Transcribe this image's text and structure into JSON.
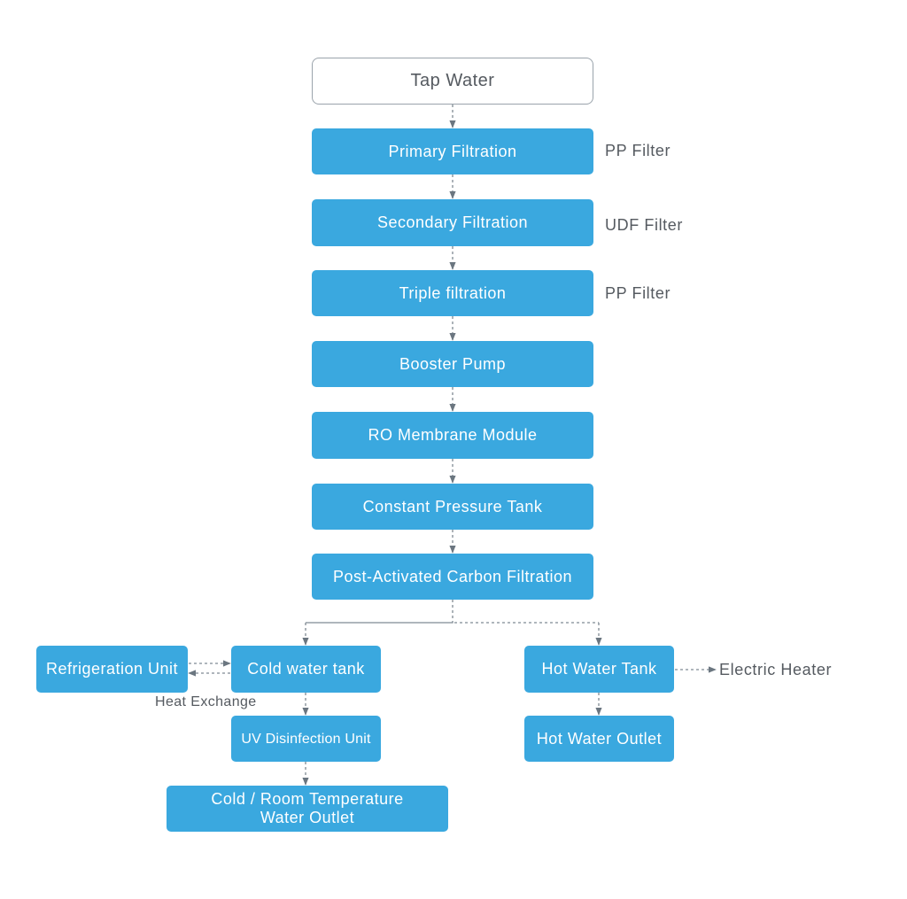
{
  "nodes": {
    "tap_water": "Tap Water",
    "primary_filtration": "Primary Filtration",
    "secondary_filtration": "Secondary Filtration",
    "triple_filtration": "Triple filtration",
    "booster_pump": "Booster Pump",
    "ro_membrane": "RO Membrane Module",
    "constant_pressure_tank": "Constant Pressure Tank",
    "post_carbon": "Post-Activated Carbon Filtration",
    "refrigeration_unit": "Refrigeration Unit",
    "cold_water_tank": "Cold water tank",
    "hot_water_tank": "Hot Water Tank",
    "uv_disinfection": "UV Disinfection Unit",
    "hot_water_outlet": "Hot Water Outlet",
    "cold_outlet_line1": "Cold / Room Temperature",
    "cold_outlet_line2": "Water Outlet"
  },
  "notes": {
    "primary_filter": "PP Filter",
    "secondary_filter": "UDF Filter",
    "triple_filter": "PP Filter",
    "electric_heater": "Electric Heater",
    "heat_exchange": "Heat Exchange"
  },
  "colors": {
    "node_fill": "#3aa8df",
    "node_text": "#ffffff",
    "start_border": "#9aa3ab",
    "connector": "#7f8a93",
    "note_text": "#555a60"
  }
}
